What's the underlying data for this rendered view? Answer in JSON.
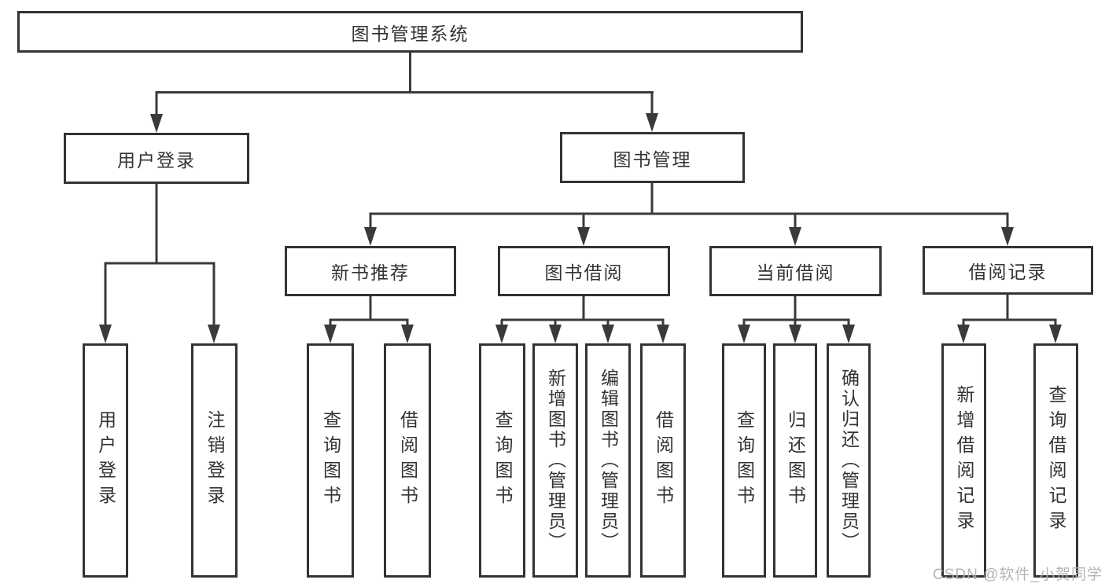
{
  "diagram_title": "图书管理系统",
  "nodes": {
    "root": "图书管理系统",
    "user_login": "用户登录",
    "book_mgmt": "图书管理",
    "new_book_rec": "新书推荐",
    "book_borrow": "图书借阅",
    "current_borrow": "当前借阅",
    "borrow_record": "借阅记录",
    "leaf_user_login": "用户登录",
    "leaf_logout": "注销登录",
    "leaf_nr_query": "查询图书",
    "leaf_nr_borrow": "借阅图书",
    "leaf_bb_query": "查询图书",
    "leaf_bb_add": "新增图书（管理员）",
    "leaf_bb_edit": "编辑图书（管理员）",
    "leaf_bb_borrow": "借阅图书",
    "leaf_cb_query": "查询图书",
    "leaf_cb_return": "归还图书",
    "leaf_cb_confirm": "确认归还（管理员）",
    "leaf_br_add": "新增借阅记录",
    "leaf_br_query": "查询借阅记录"
  },
  "hierarchy": {
    "图书管理系统": {
      "用户登录": [
        "用户登录",
        "注销登录"
      ],
      "图书管理": {
        "新书推荐": [
          "查询图书",
          "借阅图书"
        ],
        "图书借阅": [
          "查询图书",
          "新增图书（管理员）",
          "编辑图书（管理员）",
          "借阅图书"
        ],
        "当前借阅": [
          "查询图书",
          "归还图书",
          "确认归还（管理员）"
        ],
        "借阅记录": [
          "新增借阅记录",
          "查询借阅记录"
        ]
      }
    }
  },
  "watermark": "CSDN @软件_小贺同学",
  "colors": {
    "line": "#3a3a3a",
    "box_border": "#333333",
    "text": "#333333",
    "watermark": "#b0b0b0",
    "background": "#ffffff"
  }
}
